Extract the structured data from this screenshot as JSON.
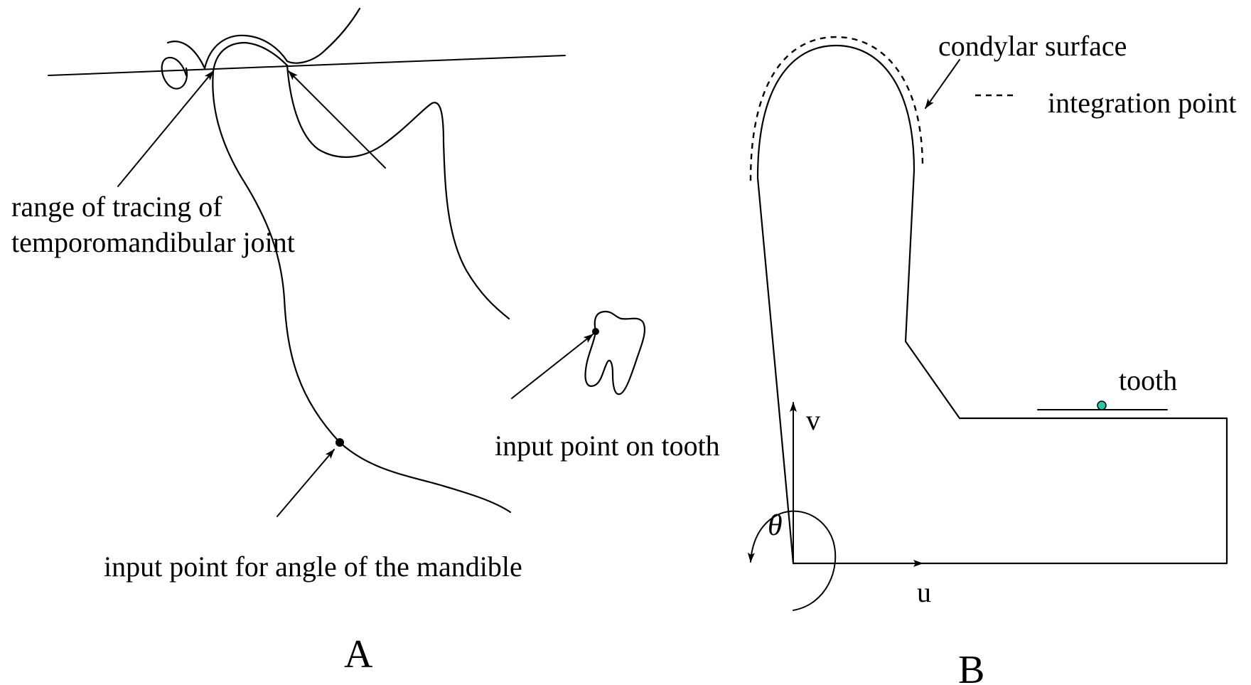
{
  "panel_a": {
    "label": "A",
    "tmj_label_line1": "range of tracing of",
    "tmj_label_line2": "temporomandibular joint",
    "tooth_label": "input point on tooth",
    "angle_label": "input point for angle of the mandible"
  },
  "panel_b": {
    "label": "B",
    "condylar_label": "condylar surface",
    "legend_dash": "- - -",
    "integration_label": "integration point",
    "tooth_label": "tooth",
    "axis_v": "v",
    "axis_u": "u",
    "angle_symbol": "θ",
    "colors": {
      "tooth_point": "#27c7a8"
    }
  }
}
